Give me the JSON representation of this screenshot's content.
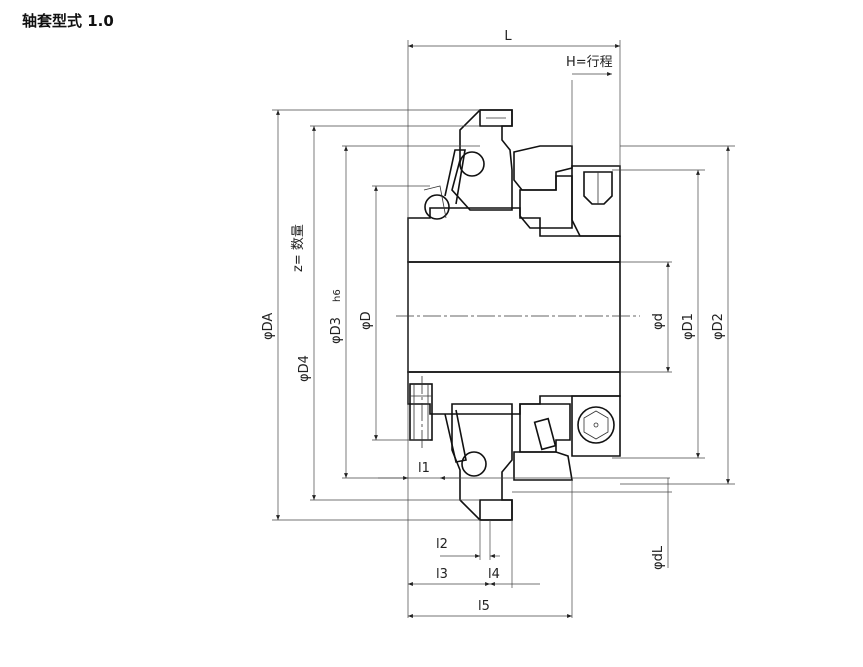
{
  "title": "轴套型式 1.0",
  "labels": {
    "L": "L",
    "H": "H=行程",
    "z": "z= 数量",
    "DA": "φDA",
    "D4": "φD4",
    "D3": "φD3",
    "h6": "h6",
    "D": "φD",
    "d": "φd",
    "D1": "φD1",
    "D2": "φD2",
    "dL": "φdL",
    "l1": "l1",
    "l2": "l2",
    "l3": "l3",
    "l4": "l4",
    "l5": "l5"
  }
}
